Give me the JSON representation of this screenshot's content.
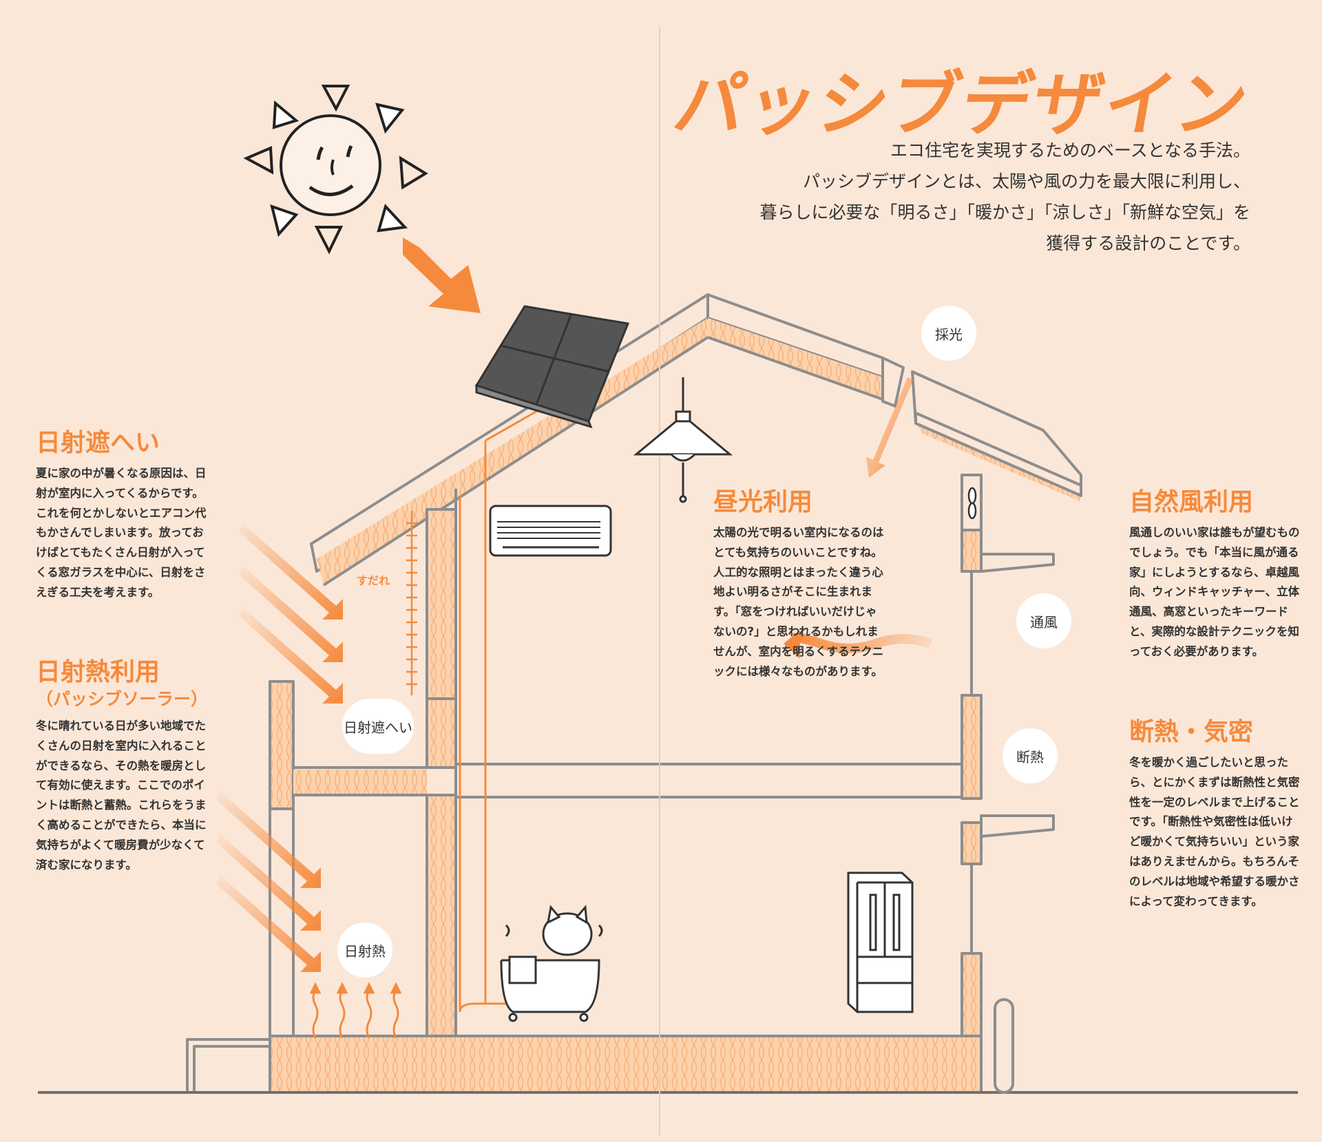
{
  "title": "パッシブデザイン",
  "intro": [
    "エコ住宅を実現するためのベースとなる手法。",
    "パッシブデザインとは、太陽や風の力を最大限に利用し、",
    "暮らしに必要な「明るさ」「暖かさ」「涼しさ」「新鮮な空気」を",
    "獲得する設計のことです。"
  ],
  "sections": {
    "shading": {
      "heading": "日射遮へい",
      "body": "夏に家の中が暑くなる原因は、日射が室内に入ってくるからです。これを何とかしないとエアコン代もかさんでしまいます。放っておけばとてもたくさん日射が入ってくる窓ガラスを中心に、日射をさえぎる工夫を考えます。"
    },
    "solar_heat": {
      "heading": "日射熱利用",
      "subheading": "（パッシブソーラー）",
      "body": "冬に晴れている日が多い地域でたくさんの日射を室内に入れることができるなら、その熱を暖房として有効に使えます。ここでのポイントは断熱と蓄熱。これらをうまく高めることができたら、本当に気持ちがよくて暖房費が少なくて済む家になります。"
    },
    "daylight": {
      "heading": "昼光利用",
      "body": "太陽の光で明るい室内になるのはとても気持ちのいいことですね。人工的な照明とはまったく違う心地よい明るさがそこに生まれます。「窓をつければいいだけじゃないの?」と思われるかもしれませんが、室内を明るくするテクニックには様々なものがあります。"
    },
    "natural_wind": {
      "heading": "自然風利用",
      "body": "風通しのいい家は誰もが望むものでしょう。でも「本当に風が通る家」にしようとするなら、卓越風向、ウィンドキャッチャー、立体通風、高窓といったキーワードと、実際的な設計テクニックを知っておく必要があります。"
    },
    "insulation": {
      "heading": "断熱・気密",
      "body": "冬を暖かく過ごしたいと思ったら、とにかくまずは断熱性と気密性を一定のレベルまで上げることです。「断熱性や気密性は低いけど暖かくて気持ちいい」という家はありえませんから。もちろんそのレベルは地域や希望する暖かさによって変わってきます。"
    }
  },
  "labels": {
    "saiko": "採光",
    "tsufu": "通風",
    "dannetsu": "断熱",
    "nissha_shahei": "日射遮へい",
    "nisshanetsu": "日射熱",
    "sudare": "すだれ"
  },
  "colors": {
    "accent": "#f58a3c",
    "background": "#fbe7d8",
    "insulation": "#fcd2ad",
    "structure": "#8d8d8d"
  }
}
